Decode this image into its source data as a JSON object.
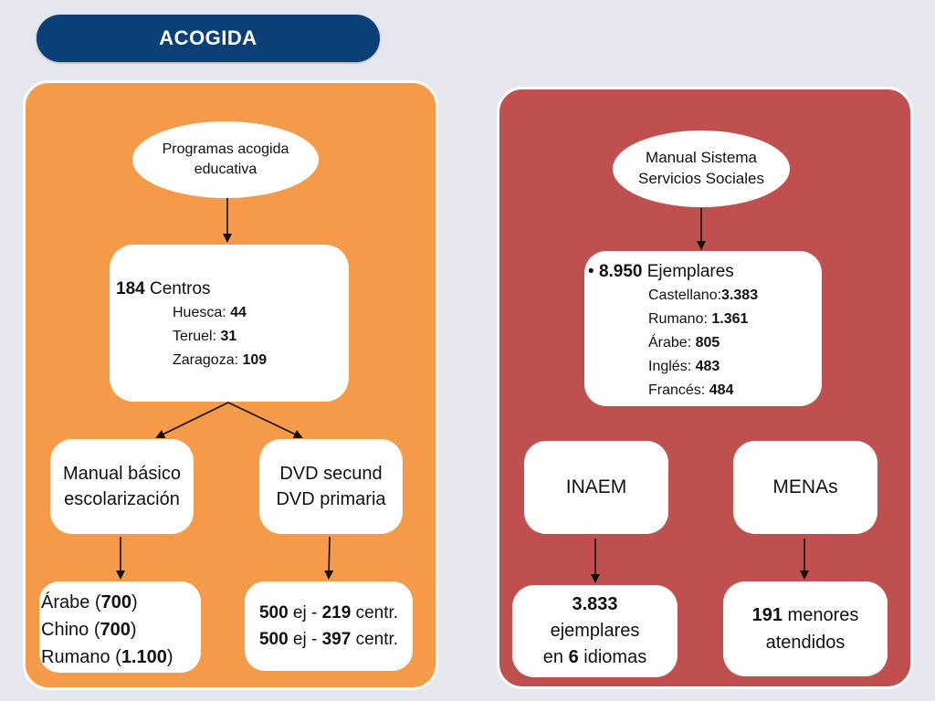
{
  "header": {
    "title": "ACOGIDA"
  },
  "left": {
    "root": {
      "line1": "Programas acogida",
      "line2": "educativa"
    },
    "centros": {
      "total": "184",
      "total_label": " Centros",
      "rows": [
        {
          "label": "Huesca: ",
          "value": "44"
        },
        {
          "label": "Teruel: ",
          "value": "31"
        },
        {
          "label": "Zaragoza: ",
          "value": "109"
        }
      ]
    },
    "manual": {
      "line1": "Manual básico",
      "line2": "escolarización"
    },
    "dvd": {
      "line1": "DVD secund",
      "line2": "DVD primaria"
    },
    "idiomas": [
      {
        "label": "Árabe (",
        "value": "700",
        "suffix": ")"
      },
      {
        "label": "Chino (",
        "value": "700",
        "suffix": ")"
      },
      {
        "label": "Rumano (",
        "value": "1.100",
        "suffix": ")"
      }
    ],
    "ejemplares": [
      {
        "qty": "500",
        "mid": " ej - ",
        "centros": "219",
        "suffix": " centr."
      },
      {
        "qty": "500",
        "mid": " ej - ",
        "centros": "397",
        "suffix": " centr."
      }
    ]
  },
  "right": {
    "root": {
      "line1": "Manual Sistema",
      "line2": "Servicios Sociales"
    },
    "ejemplares": {
      "bullet": "•",
      "total": "8.950",
      "total_label": " Ejemplares",
      "rows": [
        {
          "label": "Castellano:",
          "value": "3.383"
        },
        {
          "label": "Rumano: ",
          "value": "1.361"
        },
        {
          "label": "Árabe: ",
          "value": "805"
        },
        {
          "label": "Inglés: ",
          "value": "483"
        },
        {
          "label": "Francés: ",
          "value": "484"
        }
      ]
    },
    "inaem": {
      "label": "INAEM"
    },
    "menas": {
      "label": "MENAs"
    },
    "inaem_result": {
      "value": "3.833",
      "line2": "ejemplares",
      "prefix3": "en ",
      "value3": "6",
      "suffix3": " idiomas"
    },
    "menas_result": {
      "value": "191",
      "suffix": " menores",
      "line2": "atendidos"
    }
  }
}
